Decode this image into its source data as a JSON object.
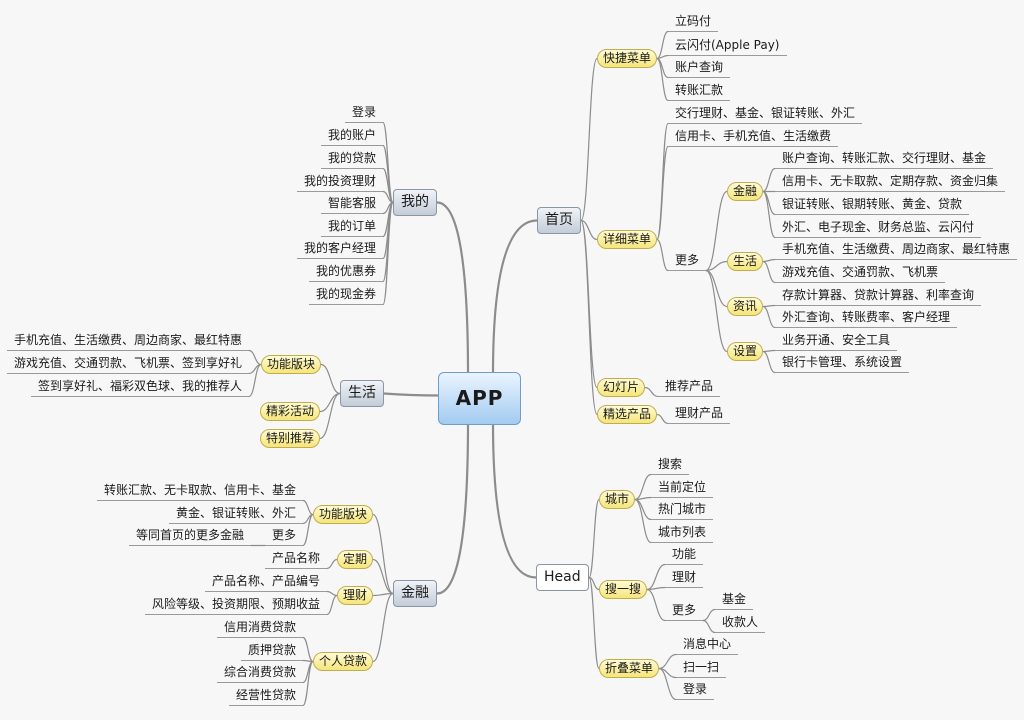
{
  "center": {
    "label": "APP"
  },
  "home": {
    "label": "首页",
    "quick_menu": {
      "label": "快捷菜单",
      "items": [
        "立码付",
        "云闪付(Apple Pay)",
        "账户查询",
        "转账汇款"
      ]
    },
    "detail_menu": {
      "label": "详细菜单",
      "items": [
        "交行理财、基金、银证转账、外汇",
        "信用卡、手机充值、生活缴费"
      ],
      "more": {
        "label": "更多",
        "finance": {
          "label": "金融",
          "items": [
            "账户查询、转账汇款、交行理财、基金",
            "信用卡、无卡取款、定期存款、资金归集",
            "银证转账、银期转账、黄金、贷款",
            "外汇、电子现金、财务总监、云闪付"
          ]
        },
        "life": {
          "label": "生活",
          "items": [
            "手机充值、生活缴费、周边商家、最红特惠",
            "游戏充值、交通罚款、飞机票"
          ]
        },
        "info": {
          "label": "资讯",
          "items": [
            "存款计算器、贷款计算器、利率查询",
            "外汇查询、转账费率、客户经理"
          ]
        },
        "settings": {
          "label": "设置",
          "items": [
            "业务开通、安全工具",
            "银行卡管理、系统设置"
          ]
        }
      }
    },
    "slides": {
      "label": "幻灯片",
      "items": [
        "推荐产品"
      ]
    },
    "featured": {
      "label": "精选产品",
      "items": [
        "理财产品"
      ]
    }
  },
  "head": {
    "label": "Head",
    "city": {
      "label": "城市",
      "items": [
        "搜索",
        "当前定位",
        "热门城市",
        "城市列表"
      ]
    },
    "search": {
      "label": "搜一搜",
      "items": [
        "功能",
        "理财"
      ],
      "more": {
        "label": "更多",
        "items": [
          "基金",
          "收款人"
        ]
      }
    },
    "fold_menu": {
      "label": "折叠菜单",
      "items": [
        "消息中心",
        "扫一扫",
        "登录"
      ]
    }
  },
  "mine": {
    "label": "我的",
    "items": [
      "登录",
      "我的账户",
      "我的贷款",
      "我的投资理财",
      "智能客服",
      "我的订单",
      "我的客户经理",
      "我的优惠券",
      "我的现金券"
    ]
  },
  "life": {
    "label": "生活",
    "features": {
      "label": "功能版块",
      "items": [
        "手机充值、生活缴费、周边商家、最红特惠",
        "游戏充值、交通罚款、飞机票、签到享好礼",
        "签到享好礼、福彩双色球、我的推荐人"
      ]
    },
    "activities": {
      "label": "精彩活动"
    },
    "recommend": {
      "label": "特别推荐"
    }
  },
  "finance": {
    "label": "金融",
    "features": {
      "label": "功能版块",
      "items": [
        "转账汇款、无卡取款、信用卡、基金",
        "黄金、银证转账、外汇"
      ],
      "more": {
        "label": "更多",
        "items": [
          "等同首页的更多金融"
        ]
      }
    },
    "fixed": {
      "label": "定期",
      "items": [
        "产品名称"
      ]
    },
    "wealth": {
      "label": "理财",
      "items": [
        "产品名称、产品编号",
        "风险等级、投资期限、预期收益"
      ]
    },
    "loans": {
      "label": "个人贷款",
      "items": [
        "信用消费贷款",
        "质押贷款",
        "综合消费贷款",
        "经营性贷款"
      ]
    }
  },
  "colors": {
    "background": "#f7f7f7",
    "central_topic": "#a3cbf1",
    "main_topic": "#c3ccd8",
    "subtopic": "#f5e57a",
    "line": "#8c8c8c"
  }
}
